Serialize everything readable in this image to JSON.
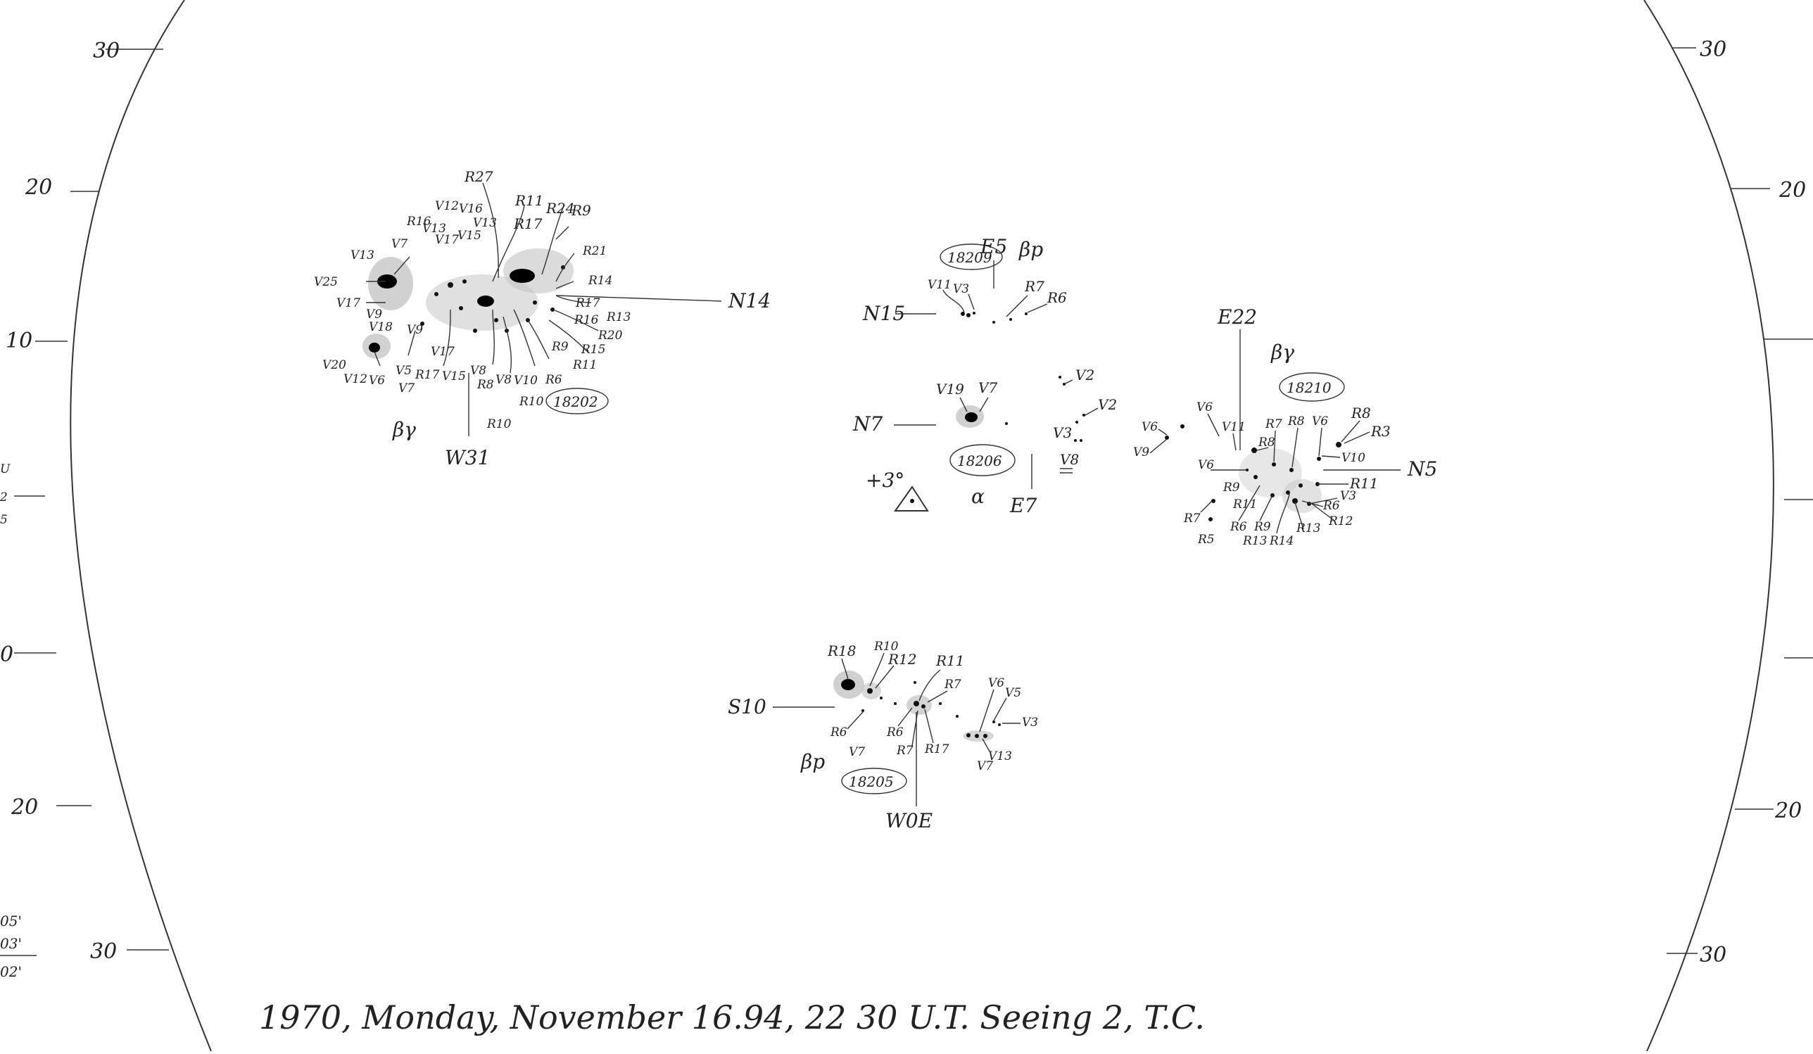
{
  "grid": {
    "left_marks": [
      "30",
      "20",
      "10",
      "0",
      "20",
      "30"
    ],
    "right_marks": [
      "30",
      "20",
      "20",
      "30"
    ],
    "left_fragments": [
      "U",
      "2",
      "5"
    ],
    "corner_notes": [
      "05'",
      "03'",
      "02'"
    ]
  },
  "regions": [
    {
      "id": "18202",
      "class_label": "βγ",
      "position_labels": [
        "N14",
        "W31"
      ],
      "spot_labels": [
        "R27",
        "R16",
        "V12",
        "V16",
        "V13",
        "V17",
        "V15",
        "V13",
        "R11",
        "R17",
        "R24",
        "R9",
        "V7",
        "V13",
        "R21",
        "V25",
        "R14",
        "V17",
        "R17",
        "R13",
        "V9",
        "R16",
        "V18",
        "R20",
        "V9",
        "R9",
        "R15",
        "V17",
        "V15",
        "V8",
        "V8",
        "V10",
        "R6",
        "R11",
        "V20",
        "V5",
        "R17",
        "R8",
        "V12",
        "V6",
        "V7",
        "R10",
        "R10"
      ]
    },
    {
      "id": "18209",
      "class_label": "βp",
      "position_labels": [
        "E5",
        "N15"
      ],
      "spot_labels": [
        "V11",
        "V3",
        "R7",
        "R6"
      ]
    },
    {
      "id": "18206",
      "class_label": "α",
      "position_labels": [
        "N7",
        "E7"
      ],
      "spot_labels": [
        "V19",
        "V7",
        "V2",
        "V2",
        "V3",
        "V8"
      ],
      "note": "+3°"
    },
    {
      "id": "18210",
      "class_label": "βγ",
      "position_labels": [
        "E22",
        "N5"
      ],
      "spot_labels": [
        "V6",
        "V6",
        "V11",
        "R7",
        "R8",
        "V6",
        "R8",
        "R3",
        "V9",
        "R8",
        "V10",
        "V6",
        "R9",
        "R11",
        "R11",
        "R7",
        "R6",
        "V3",
        "R5",
        "R6",
        "R9",
        "R12",
        "R13",
        "R14",
        "R13"
      ]
    },
    {
      "id": "18205",
      "class_label": "βp",
      "position_labels": [
        "S10",
        "W0E"
      ],
      "spot_labels": [
        "R18",
        "R10",
        "R12",
        "R11",
        "R7",
        "V6",
        "V5",
        "V3",
        "R6",
        "R6",
        "R7",
        "R17",
        "V13",
        "V7",
        "V7"
      ]
    }
  ],
  "caption": {
    "text": "1970, Monday, November 16.94, 22 30 U.T.   Seeing 2, T.C."
  }
}
